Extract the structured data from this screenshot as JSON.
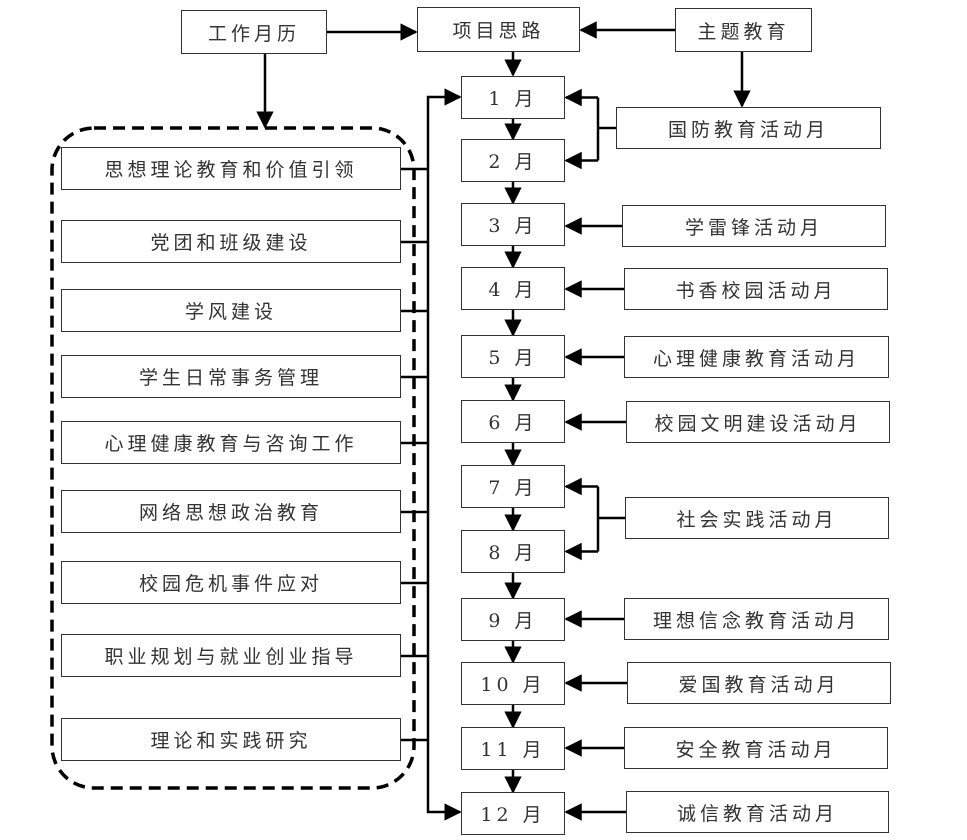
{
  "top": {
    "calendar": "工作月历",
    "idea": "项目思路",
    "theme": "主题教育"
  },
  "work_items": [
    "思想理论教育和价值引领",
    "党团和班级建设",
    "学风建设",
    "学生日常事务管理",
    "心理健康教育与咨询工作",
    "网络思想政治教育",
    "校园危机事件应对",
    "职业规划与就业创业指导",
    "理论和实践研究"
  ],
  "months": [
    "1 月",
    "2 月",
    "3 月",
    "4 月",
    "5 月",
    "6 月",
    "7 月",
    "8 月",
    "9 月",
    "10 月",
    "11 月",
    "12 月"
  ],
  "activities": [
    {
      "label": "国防教育活动月",
      "months": [
        1,
        2
      ]
    },
    {
      "label": "学雷锋活动月",
      "months": [
        3
      ]
    },
    {
      "label": "书香校园活动月",
      "months": [
        4
      ]
    },
    {
      "label": "心理健康教育活动月",
      "months": [
        5
      ]
    },
    {
      "label": "校园文明建设活动月",
      "months": [
        6
      ]
    },
    {
      "label": "社会实践活动月",
      "months": [
        7,
        8
      ]
    },
    {
      "label": "理想信念教育活动月",
      "months": [
        9
      ]
    },
    {
      "label": "爱国教育活动月",
      "months": [
        10
      ]
    },
    {
      "label": "安全教育活动月",
      "months": [
        11
      ]
    },
    {
      "label": "诚信教育活动月",
      "months": [
        12
      ]
    }
  ]
}
